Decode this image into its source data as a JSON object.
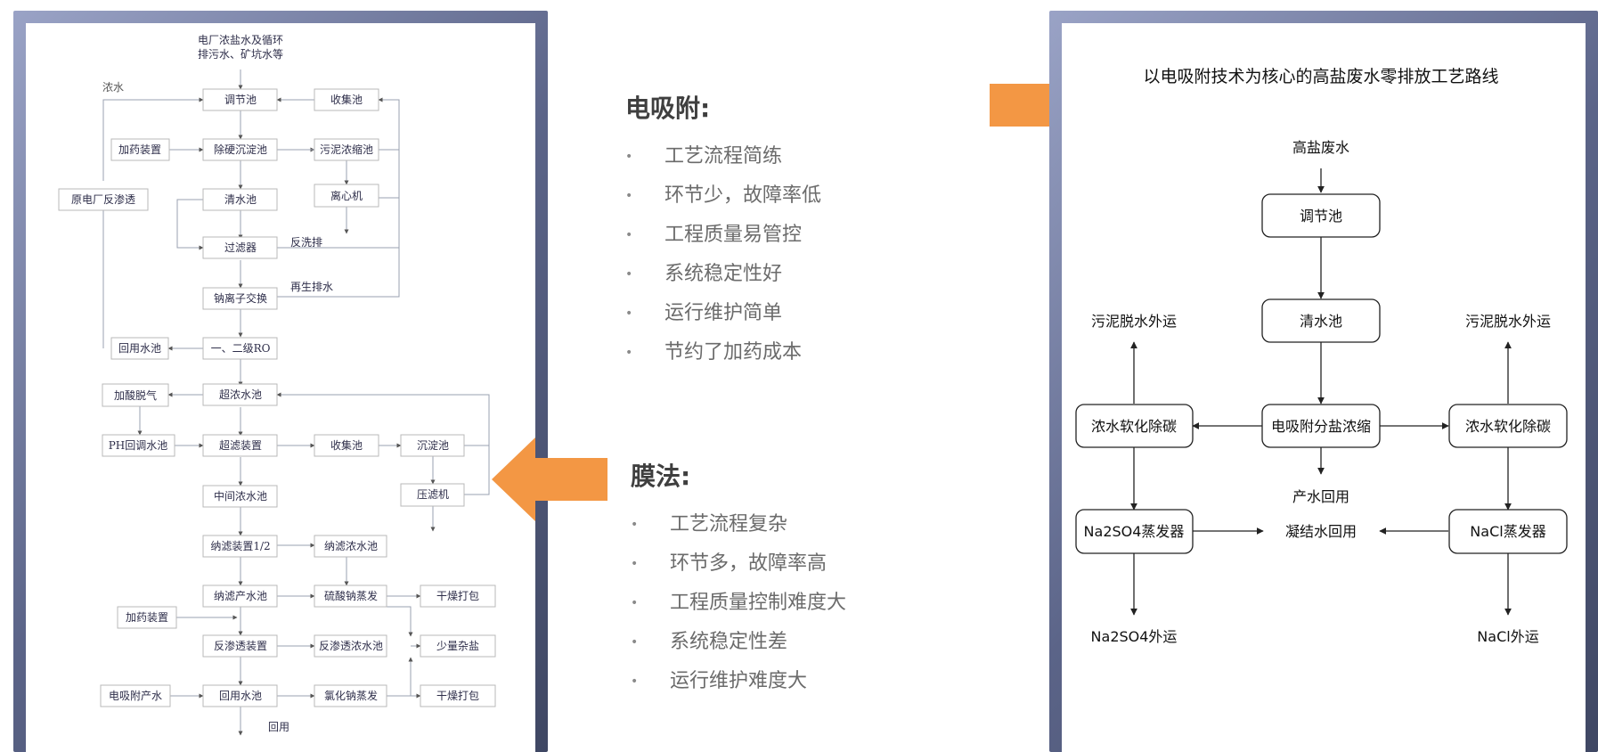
{
  "left_diagram": {
    "source_title_line1": "电厂浓盐水及循环",
    "source_title_line2": "排污水、矿坑水等",
    "labels": {
      "nongshui": "浓水",
      "fanxipai": "反洗排",
      "zaisheng": "再生排水",
      "huiyong_end": "回用"
    },
    "boxes": {
      "tiaojiechi": "调节池",
      "shoujichi_1": "收集池",
      "jiayao_1": "加药装置",
      "chuying": "除硬沉淀池",
      "wuni_nongsuo": "污泥浓缩池",
      "yuan_ro": "原电厂反渗透",
      "qingshuichi": "清水池",
      "lixinji": "离心机",
      "guolvqi": "过滤器",
      "na_lizi": "钠离子交换",
      "huiyong_shuichi_1": "回用水池",
      "ro_12": "一、二级RO",
      "jiasuan": "加酸脱气",
      "chaonong_chi": "超浓水池",
      "ph_tiao": "PH回调水池",
      "chaolv": "超滤装置",
      "shoujichi_2": "收集池",
      "chendian": "沉淀池",
      "zhongjian": "中间浓水池",
      "yalvji": "压滤机",
      "nalv_12": "纳滤装置1/2",
      "nalv_nong": "纳滤浓水池",
      "nalv_chan": "纳滤产水池",
      "liusuanna": "硫酸钠蒸发",
      "ganzao_1": "干燥打包",
      "jiayao_2": "加药装置",
      "fanshentou": "反渗透装置",
      "fst_nong": "反渗透浓水池",
      "shaoliang": "少量杂盐",
      "dianxifu_chan": "电吸附产水",
      "huiyong_shuichi_2": "回用水池",
      "lvhuana": "氯化钠蒸发",
      "ganzao_2": "干燥打包"
    }
  },
  "electro": {
    "heading": "电吸附:",
    "items": [
      "工艺流程简练",
      "环节少，故障率低",
      "工程质量易管控",
      "系统稳定性好",
      "运行维护简单",
      "节约了加药成本"
    ]
  },
  "membrane": {
    "heading": "膜法:",
    "items": [
      "工艺流程复杂",
      "环节多，故障率高",
      "工程质量控制难度大",
      "系统稳定性差",
      "运行维护难度大"
    ]
  },
  "bullet_char": "•",
  "right_diagram": {
    "title": "以电吸附技术为核心的高盐废水零排放工艺路线",
    "gaoyan": "高盐废水",
    "tiaojiechi": "调节池",
    "qingshuichi": "清水池",
    "dianxifu": "电吸附分盐浓缩",
    "chanshui": "产水回用",
    "left_wuni": "污泥脱水外运",
    "right_wuni": "污泥脱水外运",
    "left_ruanhua": "浓水软化除碳",
    "right_ruanhua": "浓水软化除碳",
    "na2so4_evap": "Na2SO4蒸发器",
    "nacl_evap": "NaCl蒸发器",
    "ningjie": "凝结水回用",
    "na2so4_out": "Na2SO4外运",
    "nacl_out": "NaCl外运"
  },
  "colors": {
    "arrow": "#f39744",
    "frame_dark": "#424a66",
    "frame_light": "#a1a9cc",
    "box_stroke": "#9a9a9a"
  }
}
